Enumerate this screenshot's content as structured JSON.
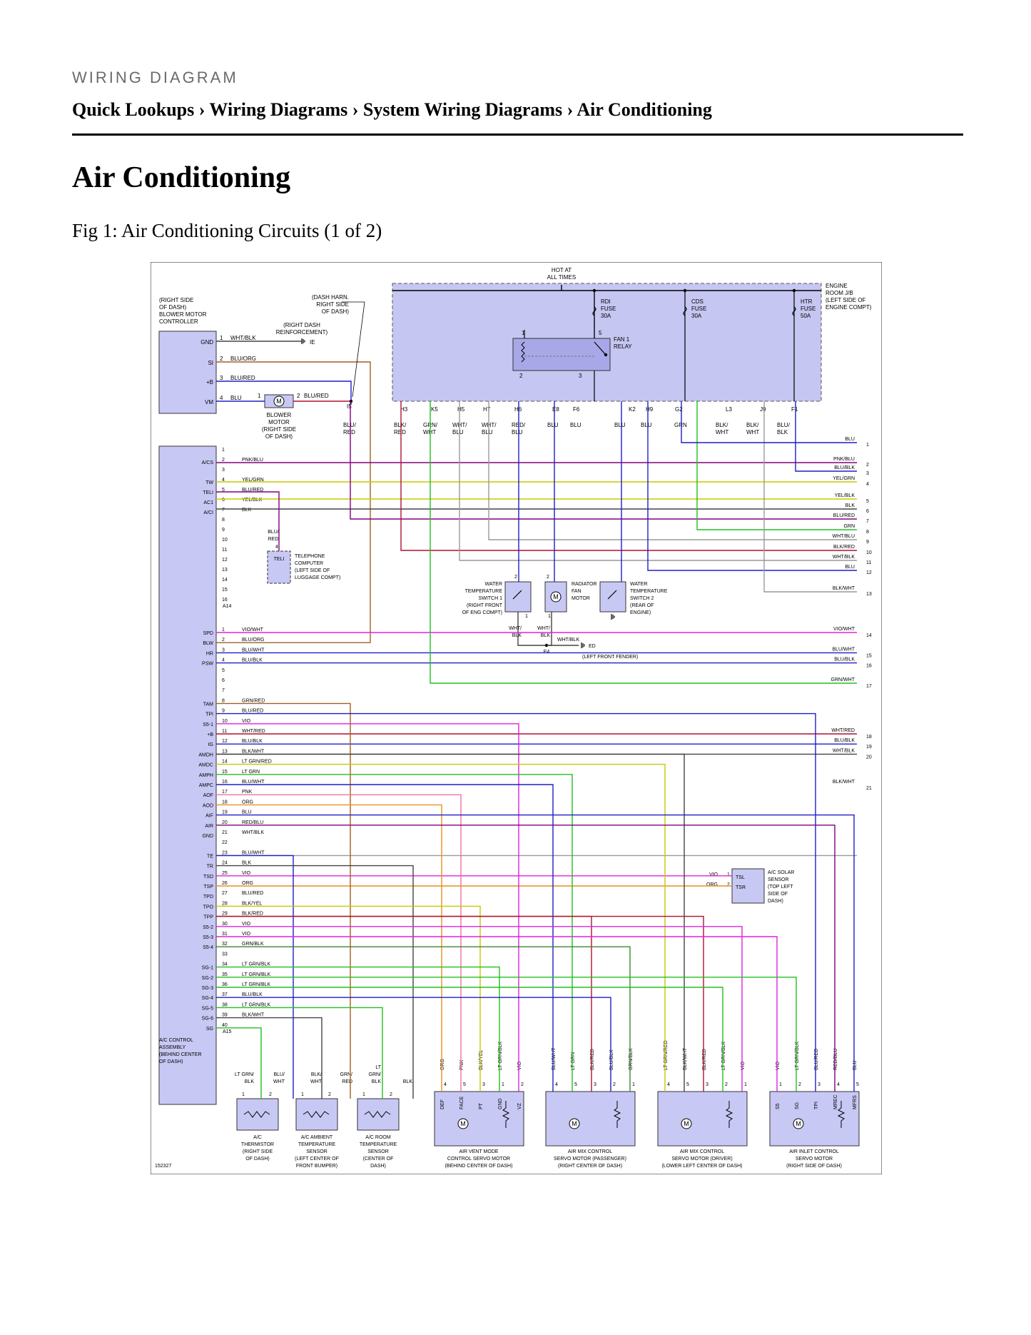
{
  "header": {
    "kicker": "WIRING DIAGRAM",
    "breadcrumb": "Quick Lookups › Wiring Diagrams › System Wiring Diagrams › Air Conditioning",
    "page_title": "Air Conditioning",
    "figure_caption": "Fig 1: Air Conditioning Circuits (1 of 2)"
  },
  "diagram": {
    "figure_id": "152327",
    "hot_label": [
      "HOT AT",
      "ALL TIMES"
    ],
    "engine_jb_label": [
      "ENGINE",
      "ROOM J/B",
      "(LEFT SIDE OF",
      "ENGINE COMPT)"
    ],
    "fuses": [
      {
        "lines": [
          "RDI",
          "FUSE",
          "30A"
        ]
      },
      {
        "lines": [
          "CDS",
          "FUSE",
          "30A"
        ]
      },
      {
        "lines": [
          "HTR",
          "FUSE",
          "50A"
        ]
      }
    ],
    "relay_label": [
      "FAN 1",
      "RELAY"
    ],
    "blower_controller_label": [
      "(RIGHT SIDE",
      "OF DASH)",
      "BLOWER MOTOR",
      "CONTROLLER"
    ],
    "dash_harn_label": [
      "(DASH HARN.",
      "RIGHT SIDE",
      "OF DASH)"
    ],
    "ie_label": [
      "(RIGHT DASH",
      "REINFORCEMENT)"
    ],
    "ie_code": "IE",
    "i5_code": "I5",
    "blower_pins": [
      {
        "name": "GND",
        "pin": "1",
        "wire": "WHT/BLK"
      },
      {
        "name": "SI",
        "pin": "2",
        "wire": "BLU/ORG"
      },
      {
        "name": "+B",
        "pin": "3",
        "wire": "BLU/RED"
      },
      {
        "name": "VM",
        "pin": "4",
        "wire": "BLU"
      }
    ],
    "blower_motor_label": [
      "BLOWER",
      "MOTOR",
      "(RIGHT SIDE",
      "OF DASH)"
    ],
    "blower_motor_out": "BLU/RED",
    "jb_connectors": [
      "H3",
      "K5",
      "H5",
      "H7",
      "H6",
      "E8",
      "F6",
      "K2",
      "H9",
      "G2",
      "L3",
      "J9",
      "F1"
    ],
    "jb_wire_top": [
      "BLU/",
      "BLK/",
      "GRN/",
      "WHT/",
      "WHT/",
      "RED/",
      "BLU",
      "BLU",
      "BLU",
      "BLU",
      "GRN",
      "BLK/",
      "BLK/",
      "BLU/"
    ],
    "jb_wire_bot": [
      "RED",
      "RED",
      "WHT",
      "BLU",
      "BLU",
      "BLU",
      "",
      "",
      "",
      "",
      "",
      "WHT",
      "WHT",
      "BLK"
    ],
    "a14_names": [
      "",
      "A/CS",
      "",
      "TW",
      "TELI",
      "AC1",
      "A/CI"
    ],
    "a14_wires": [
      "",
      "PNK/BLU",
      "",
      "YEL/GRN",
      "BLU/RED",
      "YEL/BLK",
      "BLK"
    ],
    "a14_code": "A14",
    "a15_code": "A15",
    "right_labels": [
      "BLU",
      "PNK/BLU",
      "BLU/BLK",
      "YEL/GRN",
      "YEL/BLK",
      "BLK",
      "BLU/RED",
      "GRN",
      "WHT/BLU",
      "BLK/RED",
      "WHT/BLK",
      "BLU",
      "BLK/WHT"
    ],
    "right_nums": [
      "1",
      "2",
      "3",
      "4",
      "5",
      "6",
      "7",
      "8",
      "9",
      "10",
      "11",
      "12",
      "13"
    ],
    "telephone_label": [
      "TELEPHONE",
      "COMPUTER",
      "(LEFT SIDE OF",
      "LUGGAGE COMPT)"
    ],
    "teli_code": "TELI",
    "blu_red_wire": [
      "BLU/",
      "RED"
    ],
    "wts1_label": [
      "WATER",
      "TEMPERATURE",
      "SWITCH 1",
      "(RIGHT FRONT",
      "OF ENG COMPT)"
    ],
    "fan_motor_label": [
      "RADIATOR",
      "FAN",
      "MOTOR"
    ],
    "wts2_label": [
      "WATER",
      "TEMPERATURE",
      "SWITCH 2",
      "(REAR OF",
      "ENGINE)"
    ],
    "ed_label": "(LEFT FRONT FENDER)",
    "ed_code": "ED",
    "e4_code": "E4",
    "wht_blk_wire": "WHT/BLK",
    "a15_names": [
      "SPD",
      "BLW",
      "HR",
      "PSW",
      "",
      "",
      "",
      "TAM",
      "TPI",
      "S5-1",
      "+B",
      "IG",
      "AMDH",
      "AMDC",
      "AMPH",
      "AMPC",
      "AOF",
      "AOD",
      "AIF",
      "AIR",
      "GND",
      "",
      "TE",
      "TR",
      "TSD",
      "TSP",
      "TPD",
      "TPO",
      "TPP",
      "S5-2",
      "S5-3",
      "S5-4",
      "",
      "SG-1",
      "SG-2",
      "SG-3",
      "SG-4",
      "SG-5",
      "SG-6",
      "SG"
    ],
    "a15_wires": [
      "VIO/WHT",
      "BLU/ORG",
      "BLU/WHT",
      "BLU/BLK",
      "",
      "",
      "",
      "GRN/RED",
      "BLU/RED",
      "VIO",
      "WHT/RED",
      "BLU/BLK",
      "BLK/WHT",
      "LT GRN/RED",
      "LT GRN",
      "BLU/WHT",
      "PNK",
      "ORG",
      "BLU",
      "RED/BLU",
      "WHT/BLK",
      "",
      "BLU/WHT",
      "BLK",
      "VIO",
      "ORG",
      "BLU/RED",
      "BLK/YEL",
      "BLK/RED",
      "VIO",
      "VIO",
      "GRN/BLK",
      "",
      "LT GRN/BLK",
      "LT GRN/BLK",
      "LT GRN/BLK",
      "BLU/BLK",
      "LT GRN/BLK",
      "BLK/WHT",
      ""
    ],
    "right_labels_2": [
      "VIO/WHT",
      "BLU/WHT",
      "BLU/BLK",
      "GRN/WHT",
      "WHT/RED",
      "BLU/BLK",
      "WHT/BLK",
      "BLK/WHT"
    ],
    "right_nums_2": [
      "14",
      "15",
      "16",
      "17",
      "18",
      "19",
      "20",
      "21"
    ],
    "solar_label": [
      "A/C SOLAR",
      "SENSOR",
      "(TOP LEFT",
      "SIDE OF",
      "DASH)"
    ],
    "solar_pins": [
      "TSL",
      "TSR"
    ],
    "solar_wires": [
      "VIO",
      "ORG"
    ],
    "ac_control_label": [
      "A/C CONTROL",
      "ASSEMBLY",
      "(BEHIND CENTER",
      "OF DASH)"
    ],
    "sensor_wires": [
      "LT GRN/",
      "BLK",
      "BLU/",
      "WHT",
      "BLK/",
      "WHT",
      "GRN/",
      "RED",
      "LT",
      "GRN/",
      "BLK",
      "BLK"
    ],
    "sensor_labels": [
      [
        "A/C",
        "THERMISTOR",
        "(RIGHT SIDE",
        "OF DASH)"
      ],
      [
        "A/C AMBIENT",
        "TEMPERATURE",
        "SENSOR",
        "(LEFT CENTER OF",
        "FRONT BUMPER)"
      ],
      [
        "A/C ROOM",
        "TEMPERATURE",
        "SENSOR",
        "(CENTER OF",
        "DASH)"
      ]
    ],
    "servo_wires": [
      [
        "ORG",
        "PNK",
        "BLK/YEL",
        "LT GRN/BLK",
        "VIO"
      ],
      [
        "BLU/WHT",
        "LT GRN",
        "BLK/RED",
        "BLU/BLK",
        "GRN/BLK"
      ],
      [
        "LT GRN/RED",
        "BLK/WHT",
        "BLK/RED",
        "LT GRN/BLK",
        "VIO"
      ],
      [
        "VIO",
        "LT GRN/BLK",
        "BLU/RED",
        "RED/BLU",
        "BLU"
      ]
    ],
    "servo_pins": [
      [
        "4",
        "5",
        "3",
        "1",
        "2"
      ],
      [
        "4",
        "5",
        "3",
        "2",
        "1"
      ],
      [
        "4",
        "5",
        "3",
        "2",
        "1"
      ],
      [
        "1",
        "2",
        "3",
        "4",
        "5"
      ]
    ],
    "servo_pin_names": [
      [
        "DEF",
        "FACE",
        "PT",
        "GND",
        "VZ"
      ],
      [
        "",
        "",
        "",
        "",
        ""
      ],
      [
        "",
        "",
        "",
        "",
        ""
      ],
      [
        "S5",
        "SG",
        "TPI",
        "MREC",
        "MFRS"
      ]
    ],
    "servo_labels": [
      [
        "AIR VENT MODE",
        "CONTROL SERVO MOTOR",
        "(BEHIND CENTER OF DASH)"
      ],
      [
        "AIR MIX CONTROL",
        "SERVO MOTOR (PASSENGER)",
        "(RIGHT CENTER OF DASH)"
      ],
      [
        "AIR MIX CONTROL",
        "SERVO MOTOR (DRIVER)",
        "(LOWER LEFT CENTER OF DASH)"
      ],
      [
        "AIR INLET CONTROL",
        "SERVO MOTOR",
        "(RIGHT SIDE OF DASH)"
      ]
    ],
    "colors": {
      "connector_fill": "#c8c8f5",
      "jb_fill": "#c6c6f2",
      "wire_blue": "#1e1ec8",
      "wire_violet": "#e020e0",
      "wire_orange": "#e89020",
      "wire_green": "#20c020",
      "wire_dkgreen": "#3a8a2a",
      "wire_red": "#b01030",
      "wire_black": "#444444",
      "wire_pink": "#f070a0",
      "wire_yellow": "#c8c800",
      "wire_gray": "#999999",
      "wire_purple": "#800080",
      "wire_brown": "#a06020"
    }
  }
}
